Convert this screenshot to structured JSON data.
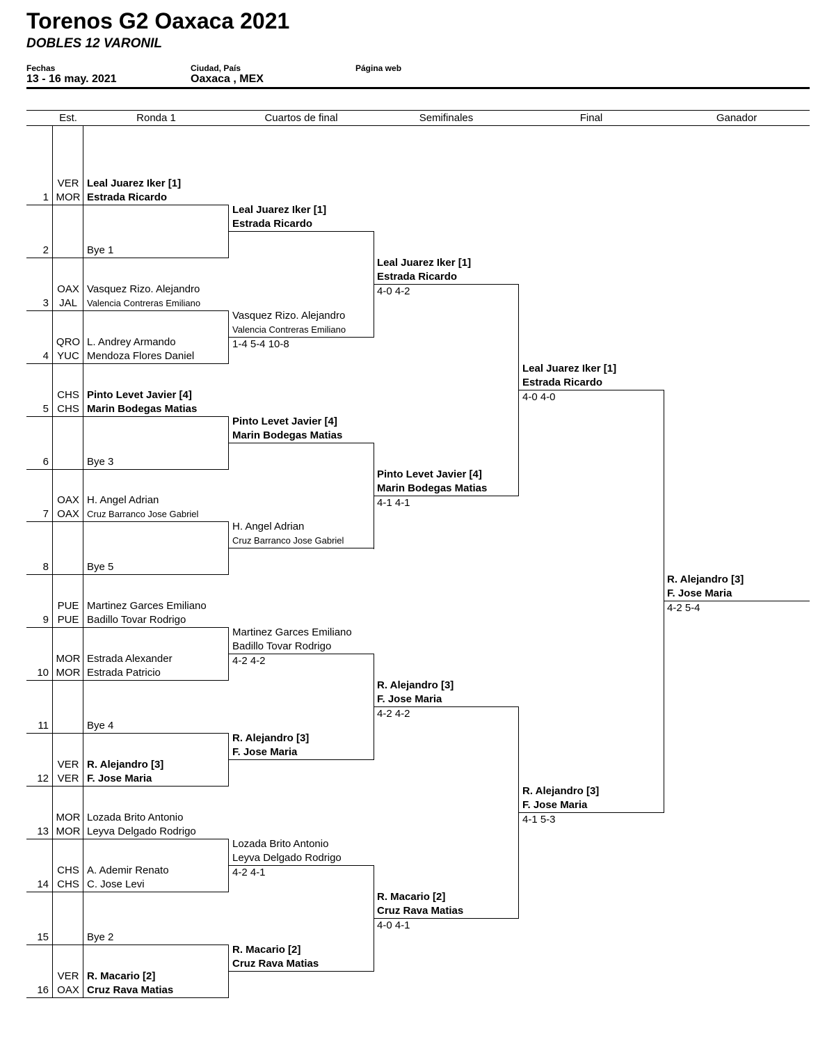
{
  "header": {
    "title": "Torenos G2 Oaxaca 2021",
    "subtitle": "DOBLES 12 VARONIL",
    "dates_label": "Fechas",
    "dates_value": "13 - 16 may. 2021",
    "city_label": "Ciudad, País",
    "city_value": "Oaxaca , MEX",
    "web_label": "Página web"
  },
  "columns": [
    "Est.",
    "Ronda 1",
    "Cuartos de final",
    "Semifinales",
    "Final",
    "Ganador"
  ],
  "draw": [
    {
      "num": "1",
      "st1": "VER",
      "st2": "MOR",
      "p1": "Leal Juarez Iker [1]",
      "p2": "Estrada Ricardo"
    },
    {
      "num": "2",
      "st1": "",
      "st2": "",
      "p1": "",
      "p2": "Bye 1"
    },
    {
      "num": "3",
      "st1": "OAX",
      "st2": "JAL",
      "p1": "Vasquez Rizo. Alejandro",
      "p2": "Valencia Contreras Emiliano"
    },
    {
      "num": "4",
      "st1": "QRO",
      "st2": "YUC",
      "p1": "L. Andrey Armando",
      "p2": "Mendoza Flores Daniel"
    },
    {
      "num": "5",
      "st1": "CHS",
      "st2": "CHS",
      "p1": "Pinto Levet Javier [4]",
      "p2": "Marin Bodegas Matias"
    },
    {
      "num": "6",
      "st1": "",
      "st2": "",
      "p1": "",
      "p2": "Bye 3"
    },
    {
      "num": "7",
      "st1": "OAX",
      "st2": "OAX",
      "p1": "H. Angel Adrian",
      "p2": "Cruz Barranco Jose Gabriel"
    },
    {
      "num": "8",
      "st1": "",
      "st2": "",
      "p1": "",
      "p2": "Bye 5"
    },
    {
      "num": "9",
      "st1": "PUE",
      "st2": "PUE",
      "p1": "Martinez Garces Emiliano",
      "p2": "Badillo Tovar Rodrigo"
    },
    {
      "num": "10",
      "st1": "MOR",
      "st2": "MOR",
      "p1": "Estrada Alexander",
      "p2": "Estrada Patricio"
    },
    {
      "num": "11",
      "st1": "",
      "st2": "",
      "p1": "",
      "p2": "Bye 4"
    },
    {
      "num": "12",
      "st1": "VER",
      "st2": "VER",
      "p1": "R. Alejandro [3]",
      "p2": "F. Jose Maria"
    },
    {
      "num": "13",
      "st1": "MOR",
      "st2": "MOR",
      "p1": "Lozada Brito Antonio",
      "p2": "Leyva Delgado Rodrigo"
    },
    {
      "num": "14",
      "st1": "CHS",
      "st2": "CHS",
      "p1": "A. Ademir Renato",
      "p2": "C. Jose Levi"
    },
    {
      "num": "15",
      "st1": "",
      "st2": "",
      "p1": "",
      "p2": "Bye 2"
    },
    {
      "num": "16",
      "st1": "VER",
      "st2": "OAX",
      "p1": "R. Macario [2]",
      "p2": "Cruz Rava Matias"
    }
  ],
  "quarterfinals": [
    {
      "p1": "Leal Juarez Iker [1]",
      "p2": "Estrada Ricardo",
      "score": ""
    },
    {
      "p1": "Vasquez Rizo. Alejandro",
      "p2": "Valencia Contreras Emiliano",
      "score": "1-4 5-4 10-8"
    },
    {
      "p1": "Pinto Levet Javier [4]",
      "p2": "Marin Bodegas Matias",
      "score": ""
    },
    {
      "p1": "H. Angel Adrian",
      "p2": "Cruz Barranco Jose Gabriel",
      "score": ""
    },
    {
      "p1": "Martinez Garces Emiliano",
      "p2": "Badillo Tovar Rodrigo",
      "score": "4-2 4-2"
    },
    {
      "p1": "R. Alejandro [3]",
      "p2": "F. Jose Maria",
      "score": ""
    },
    {
      "p1": "Lozada Brito Antonio",
      "p2": "Leyva Delgado Rodrigo",
      "score": "4-2 4-1"
    },
    {
      "p1": "R. Macario [2]",
      "p2": "Cruz Rava Matias",
      "score": ""
    }
  ],
  "semifinals": [
    {
      "p1": "Leal Juarez Iker [1]",
      "p2": "Estrada Ricardo",
      "score": "4-0 4-2"
    },
    {
      "p1": "Pinto Levet Javier [4]",
      "p2": "Marin Bodegas Matias",
      "score": "4-1 4-1"
    },
    {
      "p1": "R. Alejandro [3]",
      "p2": "F. Jose Maria",
      "score": "4-2 4-2"
    },
    {
      "p1": "R. Macario [2]",
      "p2": "Cruz Rava Matias",
      "score": "4-0 4-1"
    }
  ],
  "finals": [
    {
      "p1": "Leal Juarez Iker [1]",
      "p2": "Estrada Ricardo",
      "score": "4-0 4-0"
    },
    {
      "p1": "R. Alejandro [3]",
      "p2": "F. Jose Maria",
      "score": "4-1 5-3"
    }
  ],
  "winner": {
    "p1": "R. Alejandro [3]",
    "p2": "F. Jose Maria",
    "score": "4-2 5-4"
  }
}
